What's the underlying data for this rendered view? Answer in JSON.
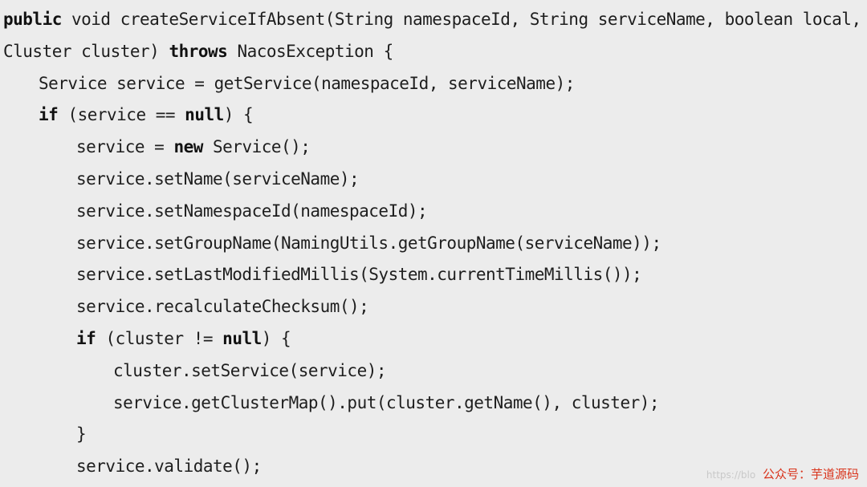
{
  "code": {
    "lines": [
      [
        {
          "t": "public",
          "kw": true
        },
        {
          "t": " void createServiceIfAbsent(String namespaceId, String serviceName, boolean local,"
        }
      ],
      [
        {
          "t": "Cluster cluster) "
        },
        {
          "t": "throws",
          "kw": true
        },
        {
          "t": " NacosException {"
        }
      ],
      [
        {
          "t": "Service service = getService(namespaceId, serviceName);"
        }
      ],
      [
        {
          "t": "if",
          "kw": true
        },
        {
          "t": " (service == "
        },
        {
          "t": "null",
          "kw": true
        },
        {
          "t": ") {"
        }
      ],
      [
        {
          "t": "service = "
        },
        {
          "t": "new",
          "kw": true
        },
        {
          "t": " Service();"
        }
      ],
      [
        {
          "t": "service.setName(serviceName);"
        }
      ],
      [
        {
          "t": "service.setNamespaceId(namespaceId);"
        }
      ],
      [
        {
          "t": "service.setGroupName(NamingUtils.getGroupName(serviceName));"
        }
      ],
      [
        {
          "t": "service.setLastModifiedMillis(System.currentTimeMillis());"
        }
      ],
      [
        {
          "t": "service.recalculateChecksum();"
        }
      ],
      [
        {
          "t": "if",
          "kw": true
        },
        {
          "t": " (cluster != "
        },
        {
          "t": "null",
          "kw": true
        },
        {
          "t": ") {"
        }
      ],
      [
        {
          "t": "cluster.setService(service);"
        }
      ],
      [
        {
          "t": "service.getClusterMap().put(cluster.getName(), cluster);"
        }
      ],
      [
        {
          "t": "}"
        }
      ],
      [
        {
          "t": "service.validate();"
        }
      ]
    ],
    "indent_levels": [
      0,
      0,
      1,
      1,
      2,
      2,
      2,
      2,
      2,
      2,
      2,
      3,
      3,
      2,
      2
    ]
  },
  "watermark": {
    "url": "https://blo",
    "label": "公众号：芋道源码"
  }
}
